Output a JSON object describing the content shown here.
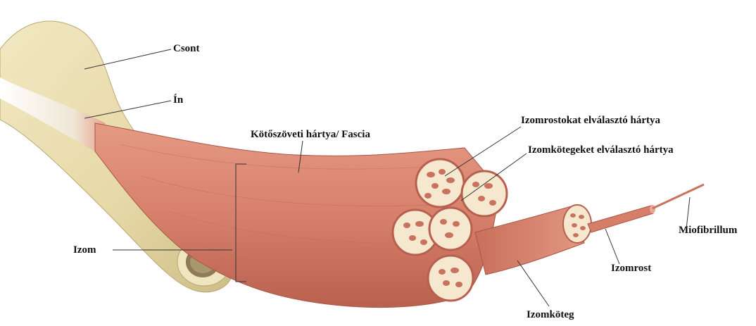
{
  "labels": {
    "bone": "Csont",
    "tendon": "Ín",
    "fascia": "Kötőszöveti hártya/ Fascia",
    "endomysium": "Izomrostokat elválasztó hártya",
    "perimysium": "Izomkötegeket elválasztó hártya",
    "muscle": "Izom",
    "myofibril": "Miofibrillum",
    "muscle_fiber": "Izomrost",
    "fascicle": "Izomköteg"
  },
  "colors": {
    "bone": "#eadfb0",
    "bone_shadow": "#cdbd86",
    "tendon": "#f4efe3",
    "muscle": "#d9836e",
    "muscle_dark": "#b8604f",
    "fascicle_fill": "#f5e8cf",
    "fiber_cell": "#c9735f"
  }
}
